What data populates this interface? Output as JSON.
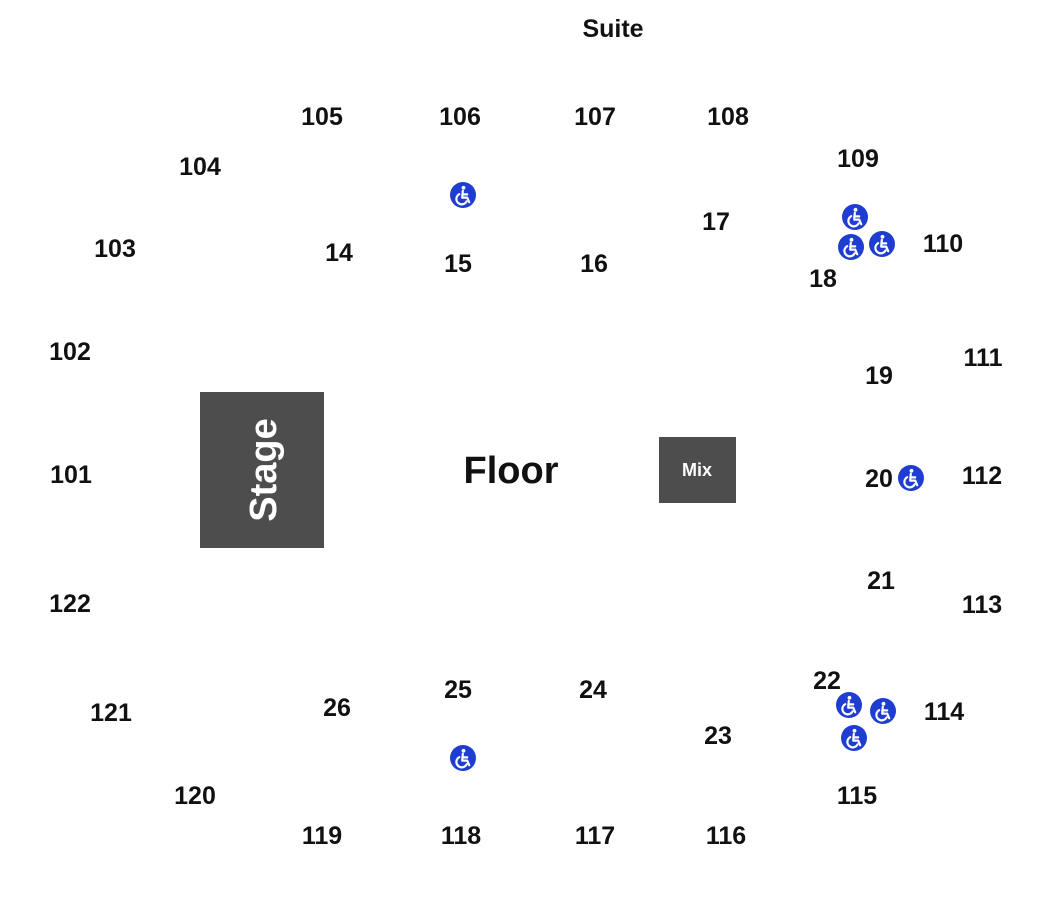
{
  "venue": {
    "suite_label": "Suite",
    "floor_label": "Floor",
    "stage_label": "Stage",
    "mix_label": "Mix"
  },
  "colors": {
    "block_fill": "#4d4d4d",
    "label_text": "#111111",
    "accessible_icon_fill": "#1f3dd1",
    "background": "#ffffff"
  },
  "sections": [
    {
      "id": "s101",
      "label": "101"
    },
    {
      "id": "s102",
      "label": "102"
    },
    {
      "id": "s103",
      "label": "103"
    },
    {
      "id": "s104",
      "label": "104"
    },
    {
      "id": "s105",
      "label": "105"
    },
    {
      "id": "s106",
      "label": "106"
    },
    {
      "id": "s107",
      "label": "107"
    },
    {
      "id": "s108",
      "label": "108"
    },
    {
      "id": "s109",
      "label": "109"
    },
    {
      "id": "s110",
      "label": "110"
    },
    {
      "id": "s111",
      "label": "111"
    },
    {
      "id": "s112",
      "label": "112"
    },
    {
      "id": "s113",
      "label": "113"
    },
    {
      "id": "s114",
      "label": "114"
    },
    {
      "id": "s115",
      "label": "115"
    },
    {
      "id": "s116",
      "label": "116"
    },
    {
      "id": "s117",
      "label": "117"
    },
    {
      "id": "s118",
      "label": "118"
    },
    {
      "id": "s119",
      "label": "119"
    },
    {
      "id": "s120",
      "label": "120"
    },
    {
      "id": "s121",
      "label": "121"
    },
    {
      "id": "s122",
      "label": "122"
    },
    {
      "id": "s14",
      "label": "14"
    },
    {
      "id": "s15",
      "label": "15"
    },
    {
      "id": "s16",
      "label": "16"
    },
    {
      "id": "s17",
      "label": "17"
    },
    {
      "id": "s18",
      "label": "18"
    },
    {
      "id": "s19",
      "label": "19"
    },
    {
      "id": "s20",
      "label": "20"
    },
    {
      "id": "s21",
      "label": "21"
    },
    {
      "id": "s22",
      "label": "22"
    },
    {
      "id": "s23",
      "label": "23"
    },
    {
      "id": "s24",
      "label": "24"
    },
    {
      "id": "s25",
      "label": "25"
    },
    {
      "id": "s26",
      "label": "26"
    }
  ],
  "accessible_icons": [
    {
      "icon": "wheelchair-icon",
      "near": "15"
    },
    {
      "icon": "wheelchair-icon",
      "near": "18"
    },
    {
      "icon": "wheelchair-icon",
      "near": "18"
    },
    {
      "icon": "wheelchair-icon",
      "near": "18"
    },
    {
      "icon": "wheelchair-icon",
      "near": "20"
    },
    {
      "icon": "wheelchair-icon",
      "near": "22"
    },
    {
      "icon": "wheelchair-icon",
      "near": "22"
    },
    {
      "icon": "wheelchair-icon",
      "near": "22"
    },
    {
      "icon": "wheelchair-icon",
      "near": "25"
    }
  ]
}
